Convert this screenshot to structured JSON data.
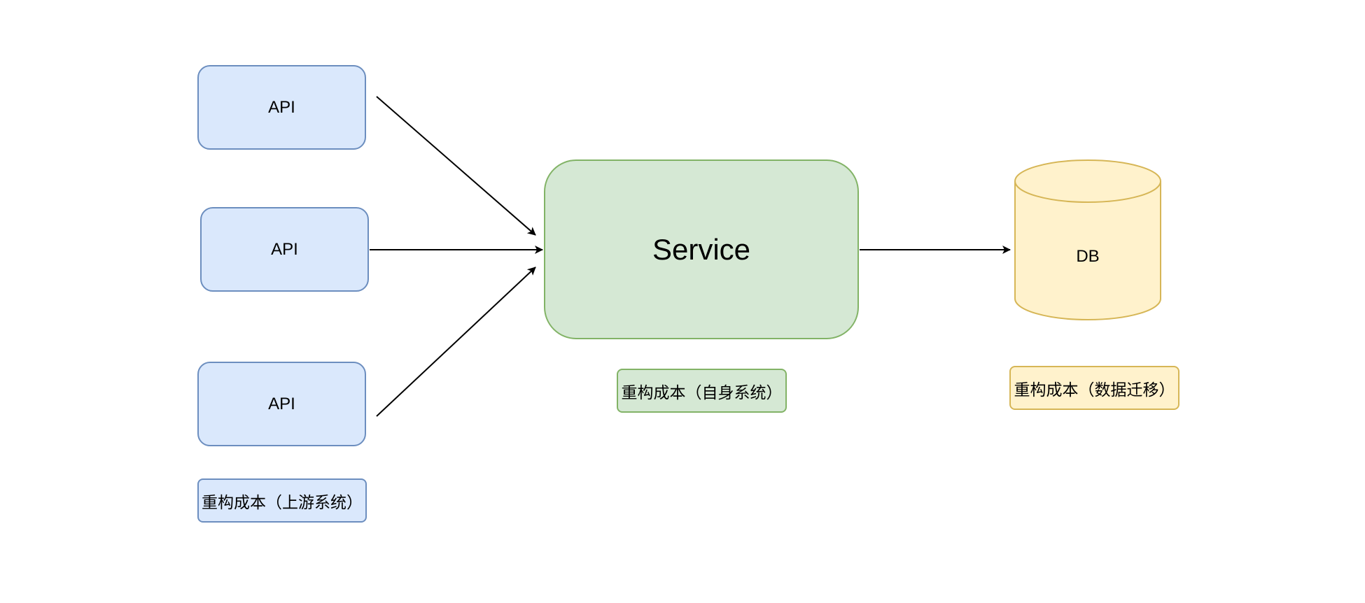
{
  "diagram": {
    "api_nodes": [
      {
        "label": "API"
      },
      {
        "label": "API"
      },
      {
        "label": "API"
      }
    ],
    "service": {
      "label": "Service"
    },
    "database": {
      "label": "DB"
    },
    "cost_labels": {
      "upstream": "重构成本（上游系统）",
      "self": "重构成本（自身系统）",
      "migration": "重构成本（数据迁移）"
    },
    "colors": {
      "blue_fill": "#dae8fc",
      "blue_stroke": "#6c8ebf",
      "green_fill": "#d5e8d4",
      "green_stroke": "#82b366",
      "yellow_fill": "#fff2cc",
      "yellow_stroke": "#d6b656",
      "arrow": "#000000"
    }
  }
}
